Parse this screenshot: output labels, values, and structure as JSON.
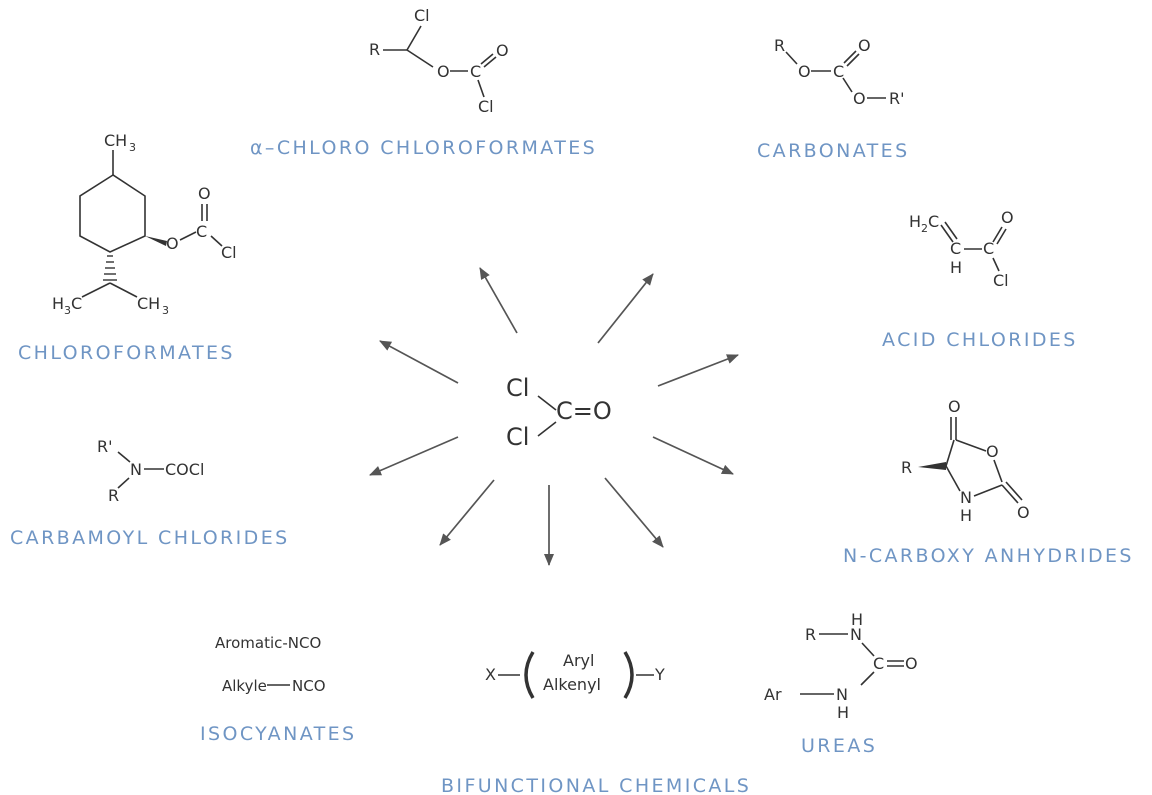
{
  "center": {
    "cl_top": "Cl",
    "c_eq_o": "C=O",
    "cl_bottom": "Cl"
  },
  "labels": {
    "alpha_chloro": "α–CHLORO CHLOROFORMATES",
    "carbonates": "CARBONATES",
    "chloroformates": "CHLOROFORMATES",
    "acid_chlorides": "ACID CHLORIDES",
    "carbamoyl": "CARBAMOYL CHLORIDES",
    "n_carboxy": "N-CARBOXY ANHYDRIDES",
    "isocyanates": "ISOCYANATES",
    "ureas": "UREAS",
    "bifunctional": "BIFUNCTIONAL CHEMICALS"
  },
  "atoms": {
    "alpha": {
      "cl1": "Cl",
      "r": "R",
      "o1": "O",
      "c": "C",
      "o2": "O",
      "cl2": "Cl"
    },
    "carbonate": {
      "r": "R",
      "o1": "O",
      "c": "C",
      "o2": "O",
      "o3": "O",
      "r2": "R'"
    },
    "menthyl": {
      "ch3": "CH",
      "o": "O",
      "c": "C",
      "o2": "O",
      "cl": "Cl",
      "h3c": "H",
      "ch3b": "CH",
      "three": "3"
    },
    "acid": {
      "h2": "H",
      "two": "2",
      "c1": "C",
      "h": "H",
      "c2": "C",
      "o": "O",
      "cl": "Cl"
    },
    "carbamoyl": {
      "r1": "R'",
      "n": "N",
      "cocl": "COCl",
      "r2": "R"
    },
    "nca": {
      "o_top": "O",
      "o_ring": "O",
      "o_right": "O",
      "r": "R",
      "n": "N",
      "h": "H"
    },
    "isocyanates": {
      "aromatic": "Aromatic-NCO",
      "alkyle": "Alkyle",
      "nco": "NCO"
    },
    "bifunctional": {
      "x": "X",
      "aryl": "Aryl",
      "alkenyl": "Alkenyl",
      "y": "Y"
    },
    "ureas": {
      "h1": "H",
      "r": "R",
      "n1": "N",
      "c": "C",
      "o": "O",
      "ar": "Ar",
      "n2": "N",
      "h2": "H"
    }
  }
}
